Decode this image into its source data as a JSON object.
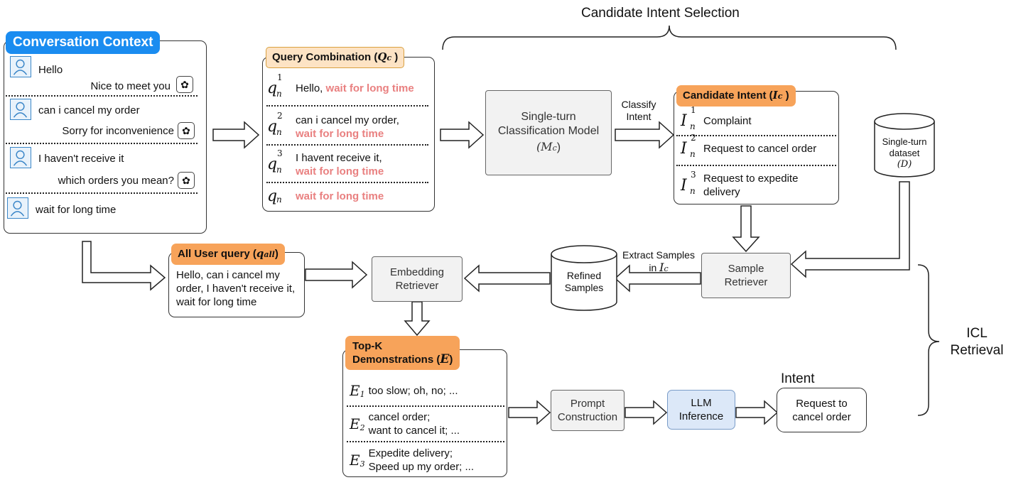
{
  "conversation": {
    "title": "Conversation Context",
    "turns": [
      {
        "user": "Hello",
        "bot": "Nice to meet you"
      },
      {
        "user": "can i cancel my order",
        "bot": "Sorry for  inconvenience"
      },
      {
        "user": "I haven't receive it",
        "bot": "which orders you mean?"
      },
      {
        "user": "wait for long time"
      }
    ]
  },
  "query_combination": {
    "title": "Query Combination (",
    "symbol": "Q",
    "symbol_sub": "c",
    "title_end": ")",
    "rows": [
      {
        "sup": "1",
        "text": "Hello,",
        "highlight": "wait for long time"
      },
      {
        "sup": "2",
        "text": "can i cancel my order,",
        "highlight": "wait for long time"
      },
      {
        "sup": "3",
        "text": "I havent receive it,",
        "highlight": "wait for long time"
      },
      {
        "sup": "",
        "text": "",
        "highlight": "wait for long time"
      }
    ]
  },
  "classifier": {
    "line1": "Single-turn",
    "line2": "Classification Model",
    "symbol": "(M",
    "symbol_sub": "c",
    "symbol_end": ")"
  },
  "classify_label": {
    "line1": "Classify",
    "line2": "Intent"
  },
  "candidate_intent": {
    "title": "Candidate Intent (",
    "symbol": "I",
    "symbol_sub": "c",
    "title_end": " )",
    "items": [
      {
        "sup": "1",
        "text": "Complaint"
      },
      {
        "sup": "2",
        "text": "Request to cancel order"
      },
      {
        "sup": "3",
        "text": "Request to expedite delivery"
      }
    ]
  },
  "candidate_selection_label": "Candidate Intent Selection",
  "dataset": {
    "line1": "Single-turn",
    "line2": "dataset",
    "symbol": "(D)"
  },
  "sample_retriever": {
    "line1": "Sample",
    "line2": "Retriever"
  },
  "extract_label": {
    "line1": "Extract Samples",
    "line2": "in",
    "symbol": "I",
    "symbol_sub": "c"
  },
  "refined_samples": {
    "line1": "Refined",
    "line2": "Samples"
  },
  "embedding_retriever": {
    "line1": "Embedding",
    "line2": "Retriever"
  },
  "all_user_query": {
    "title": "All User query (",
    "symbol": "q",
    "symbol_sub": "all",
    "title_end": ")",
    "text": "Hello, can i cancel my order, I haven't receive it, wait for long time"
  },
  "topk": {
    "title_line1": "Top-K",
    "title_line2": "Demonstrations (",
    "symbol": "E",
    "title_end": ")",
    "items": [
      {
        "sub": "1",
        "text": "too slow; oh, no; ..."
      },
      {
        "sub": "2",
        "line1": "cancel order;",
        "line2": "want to cancel it; ..."
      },
      {
        "sub": "3",
        "line1": "Expedite delivery;",
        "line2": "Speed up my order; ..."
      }
    ]
  },
  "prompt_construction": {
    "line1": "Prompt",
    "line2": "Construction"
  },
  "llm_inference": {
    "line1": "LLM",
    "line2": "Inference"
  },
  "intent_label": "Intent",
  "intent_output": {
    "line1": "Request to",
    "line2": "cancel order"
  },
  "icl_label": {
    "line1": "ICL",
    "line2": "Retrieval"
  },
  "colors": {
    "blue_label": "#1a8cf0",
    "orange_label": "#f7a35a",
    "peach_label": "#fde3c4",
    "highlight_red": "#e98080",
    "llm_box": "#dce8f8"
  }
}
